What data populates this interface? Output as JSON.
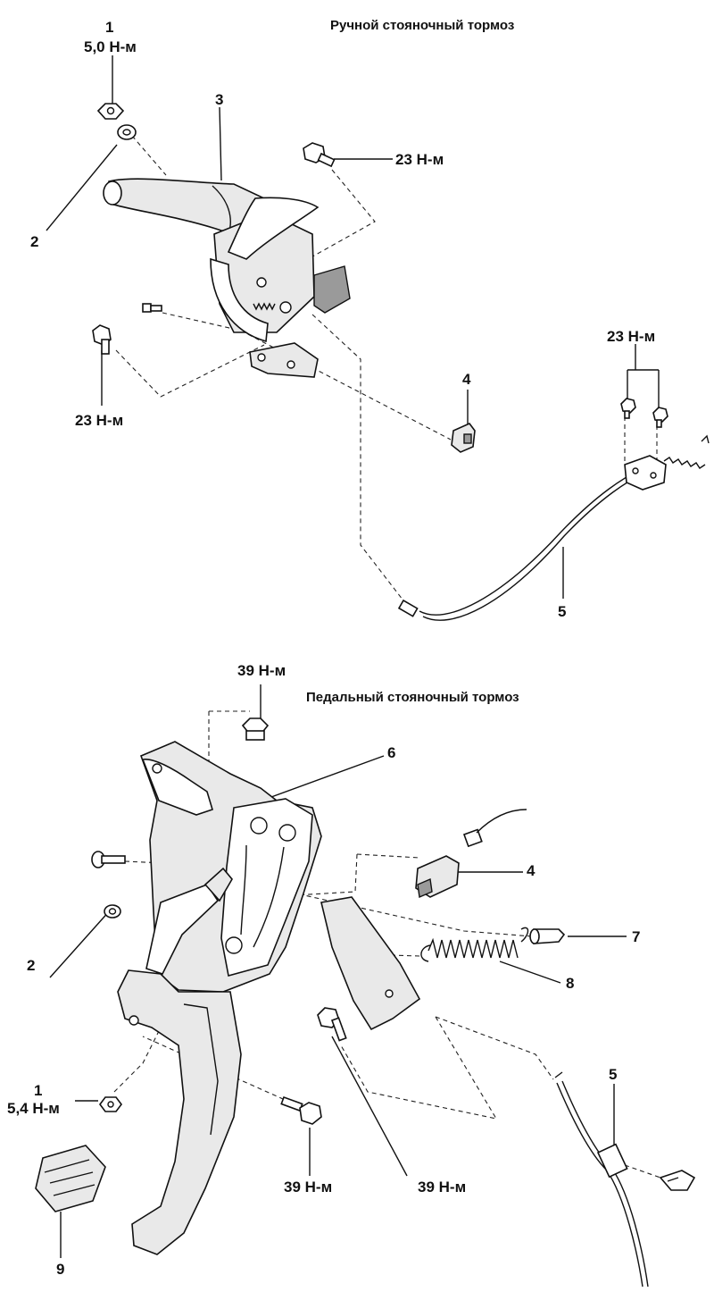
{
  "section_hand": {
    "title": "Ручной стояночный тормоз"
  },
  "section_pedal": {
    "title": "Педальный стояночный тормоз"
  },
  "callouts_hand": {
    "c1_num": "1",
    "c1_torque": "5,0 Н-м",
    "c2_num": "2",
    "c3_num": "3",
    "bolt_upper_torque": "23 Н-м",
    "bolt_left_torque": "23 Н-м",
    "c4_num": "4",
    "cable_bolts_torque": "23 Н-м",
    "c5_num": "5"
  },
  "callouts_pedal": {
    "nut_top_torque": "39 Н-м",
    "c6_num": "6",
    "c4_num": "4",
    "c7_num": "7",
    "c8_num": "8",
    "c2_num": "2",
    "c1_num": "1",
    "c1_torque": "5,4 Н-м",
    "c5_num": "5",
    "bolt_bottom_torque": "39 Н-м",
    "bolt_right_torque": "39 Н-м",
    "c9_num": "9"
  }
}
